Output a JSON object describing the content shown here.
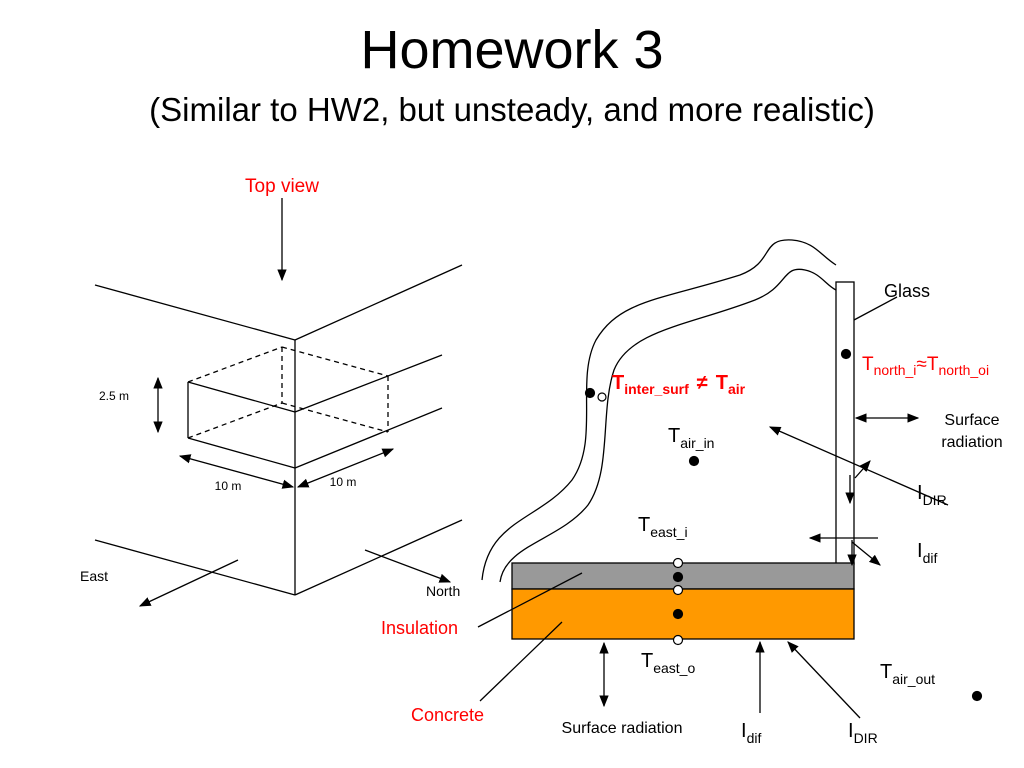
{
  "title": "Homework 3",
  "subtitle": "(Similar to HW2, but unsteady, and more realistic)",
  "colors": {
    "accent_red": "#ff0000",
    "concrete": "#ff9900",
    "insulation": "#999999",
    "line": "#000000"
  },
  "left_diagram": {
    "top_view": "Top view",
    "height_dim": "2.5 m",
    "east_dim": "10 m",
    "north_dim": "10 m",
    "east": "East",
    "north": "North"
  },
  "right_diagram": {
    "glass": "Glass",
    "insulation": "Insulation",
    "concrete": "Concrete",
    "surface_radiation_right_line1": "Surface",
    "surface_radiation_right_line2": "radiation",
    "surface_radiation_bottom": "Surface radiation",
    "t_north": {
      "T1": "T",
      "sub1": "north_i",
      "approx": "≈",
      "T2": "T",
      "sub2": "north_oi"
    },
    "t_inter": {
      "T1": "T",
      "sub1": "inter_surf",
      "neq": "≠",
      "T2": "T",
      "sub2": "air"
    },
    "t_air_in": {
      "T": "T",
      "sub": "air_in"
    },
    "t_east_i": {
      "T": "T",
      "sub": "east_i"
    },
    "t_east_o": {
      "T": "T",
      "sub": "east_o"
    },
    "t_air_out": {
      "T": "T",
      "sub": "air_out"
    },
    "i_dir_right": {
      "I": "I",
      "sub": "DIR"
    },
    "i_dif_right": {
      "I": "I",
      "sub": "dif"
    },
    "i_dif_bottom": {
      "I": "I",
      "sub": "dif"
    },
    "i_dir_bottom": {
      "I": "I",
      "sub": "DIR"
    }
  }
}
